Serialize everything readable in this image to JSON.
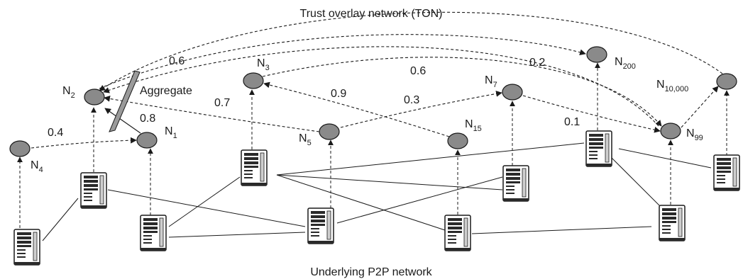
{
  "title": "Trust overlay network (TON)",
  "footer": "Underlying P2P network",
  "aggregate_label": "Aggregate",
  "icons": {
    "peer": "server-tower-icon",
    "overlay_node": "ellipse-node-icon"
  },
  "nodes": [
    {
      "id": "N2",
      "base": "N",
      "sub": "2"
    },
    {
      "id": "N3",
      "base": "N",
      "sub": "3"
    },
    {
      "id": "N1",
      "base": "N",
      "sub": "1"
    },
    {
      "id": "N4",
      "base": "N",
      "sub": "4"
    },
    {
      "id": "N5",
      "base": "N",
      "sub": "5"
    },
    {
      "id": "N7",
      "base": "N",
      "sub": "7"
    },
    {
      "id": "N15",
      "base": "N",
      "sub": "15"
    },
    {
      "id": "N200",
      "base": "N",
      "sub": "200"
    },
    {
      "id": "N99",
      "base": "N",
      "sub": "99"
    },
    {
      "id": "N10000",
      "base": "N",
      "sub": "10,000"
    }
  ],
  "trust_edges": [
    {
      "from": "N4",
      "to": "N1",
      "weight": "0.4"
    },
    {
      "from": "N1",
      "to": "N2",
      "weight": "0.8"
    },
    {
      "from": "N5",
      "to": "N2",
      "weight": "0.7"
    },
    {
      "from": "N15",
      "to": "N3",
      "weight": "0.9"
    },
    {
      "from": "N5",
      "to": "N7",
      "weight": "0.3"
    },
    {
      "from": "N7",
      "to": "N99",
      "weight": "0.1"
    },
    {
      "from": "N3",
      "to": "N99",
      "weight": "0.6"
    },
    {
      "from": "N99",
      "to": "N2",
      "weight": "0.2"
    },
    {
      "from": "N2",
      "to": "N200",
      "weight": "0.6"
    },
    {
      "from": "N99",
      "to": "N10000",
      "weight": ""
    },
    {
      "from": "N10000",
      "to": "N2",
      "weight": ""
    }
  ]
}
